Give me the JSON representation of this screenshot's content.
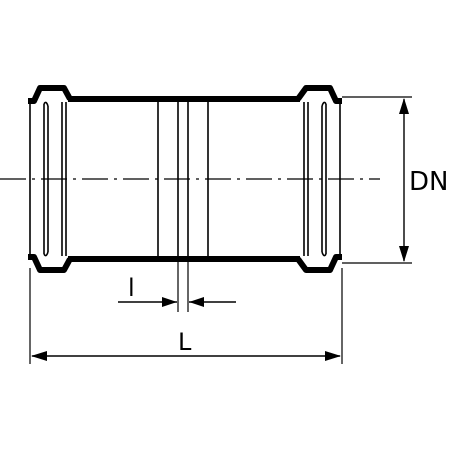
{
  "labels": {
    "nominal_diameter": "DN",
    "length": "L",
    "insertion_gap": "l"
  },
  "colors": {
    "line": "#000000",
    "background": "#ffffff"
  }
}
